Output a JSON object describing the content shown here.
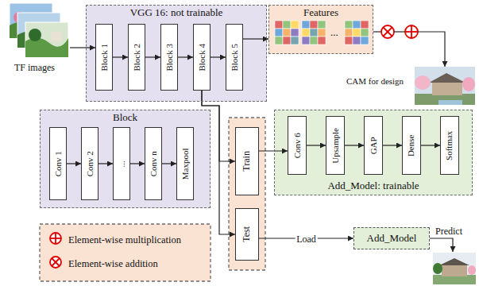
{
  "diagram": {
    "nodes": [
      {
        "text": [
          "VGG 16: not trainable"
        ]
      },
      {
        "text": [
          "Block 1"
        ],
        "in": 0
      },
      {
        "text": [
          "Block 2"
        ],
        "in": 0
      },
      {
        "text": [
          "Block 3"
        ],
        "in": 0
      },
      {
        "text": [
          "Block 4"
        ],
        "in": 0
      },
      {
        "text": [
          "Block 5"
        ],
        "in": 0
      },
      {
        "text": [
          "Features"
        ]
      },
      {
        "text": [
          "Block"
        ]
      },
      {
        "text": [
          "Conv 1"
        ],
        "in": 7
      },
      {
        "text": [
          "Conv 2"
        ],
        "in": 7
      },
      {
        "text": [
          "..."
        ],
        "in": 7
      },
      {
        "text": [
          "Conv n"
        ],
        "in": 7
      },
      {
        "text": [
          "Maxpool"
        ],
        "in": 7
      },
      {
        "text": [
          "Train"
        ]
      },
      {
        "text": [
          "Test"
        ]
      },
      {
        "text": [
          "Add_Model: trainable"
        ]
      },
      {
        "text": [
          "Conv 6"
        ],
        "in": 15
      },
      {
        "text": [
          "Upsample"
        ],
        "in": 15
      },
      {
        "text": [
          "GAP"
        ],
        "in": 15
      },
      {
        "text": [
          "Dense"
        ],
        "in": 15
      },
      {
        "text": [
          "Softmax"
        ],
        "in": 15
      },
      {
        "text": [
          "Add_Model"
        ]
      }
    ],
    "edges": [
      {
        "from": 1,
        "to": 2,
        "arrow": "to"
      },
      {
        "from": 2,
        "to": 3,
        "arrow": "to"
      },
      {
        "from": 3,
        "to": 4,
        "arrow": "to"
      },
      {
        "from": 4,
        "to": 5,
        "arrow": "to"
      },
      {
        "from": 5,
        "to": 6,
        "arrow": "to"
      },
      {
        "from": 8,
        "to": 9,
        "arrow": "to"
      },
      {
        "from": 9,
        "to": 10,
        "arrow": "to"
      },
      {
        "from": 10,
        "to": 11,
        "arrow": "to"
      },
      {
        "from": 11,
        "to": 12,
        "arrow": "to"
      },
      {
        "from": 4,
        "to": 13,
        "arrow": "to"
      },
      {
        "from": 4,
        "to": 14,
        "arrow": "to"
      },
      {
        "from": 13,
        "to": 16,
        "arrow": "to"
      },
      {
        "from": 14,
        "to": 21,
        "label": "Load",
        "arrow": "to"
      },
      {
        "from": 16,
        "to": 17,
        "arrow": "to"
      },
      {
        "from": 17,
        "to": 18,
        "arrow": "to"
      },
      {
        "from": 18,
        "to": 19,
        "arrow": "to"
      },
      {
        "from": 19,
        "to": 20,
        "arrow": "to"
      }
    ],
    "labels": [
      "TF images",
      "...",
      "CAM for design",
      "Predict"
    ],
    "legend": [
      {
        "text": "Element-wise multiplication"
      },
      {
        "text": "Element-wise addition"
      }
    ]
  }
}
